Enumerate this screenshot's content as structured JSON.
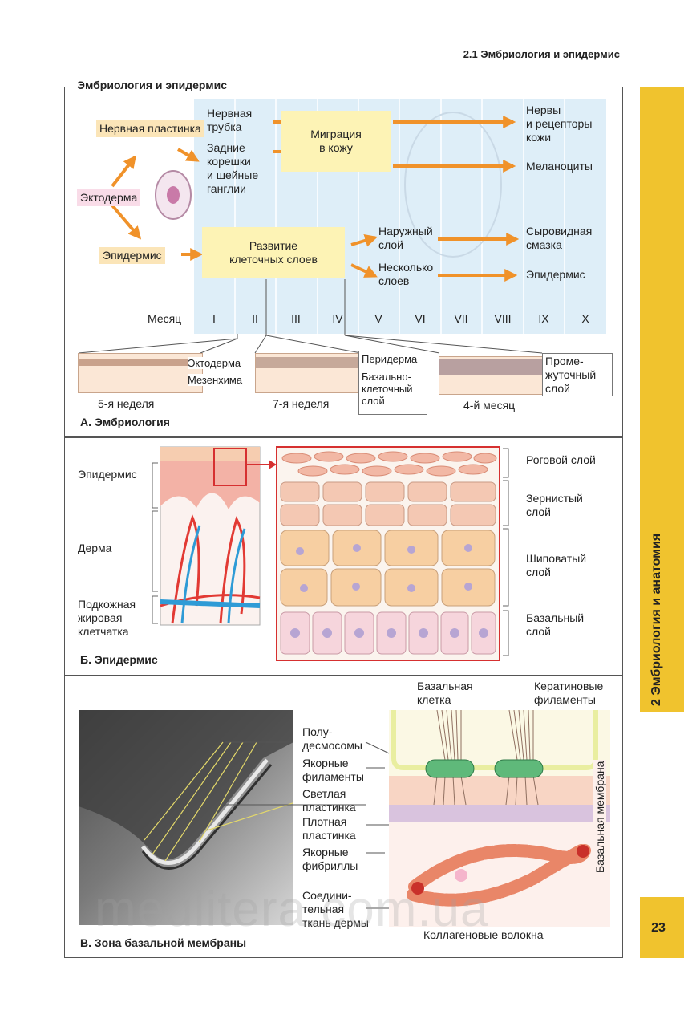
{
  "header": {
    "title": "2.1 Эмбриология и эпидермис"
  },
  "side_tab": {
    "text": "2   Эмбриология и анатомия"
  },
  "page_number": "23",
  "watermark": "medlitera.com.ua",
  "section_a": {
    "frame_title": "Эмбриология и эпидермис",
    "caption": "А. Эмбриология",
    "nodes": {
      "neural_plate": "Нервная\nпластинка",
      "ectoderm": "Эктодерма",
      "epidermis": "Эпидермис",
      "neural_tube": "Нервная\nтрубка",
      "dorsal_roots": "Задние\nкорешки\nи шейные\nганглии",
      "migration": "Миграция\nв кожу",
      "nerves": "Нервы\nи рецепторы\nкожи",
      "melanocytes": "Меланоциты",
      "development": "Развитие\nклеточных слоев",
      "outer_layer": "Наружный\nслой",
      "several_layers": "Несколько\nслоев",
      "vernix": "Сыровидная\nсмазка",
      "epidermis_out": "Эпидермис"
    },
    "month_label": "Месяц",
    "months": [
      "I",
      "II",
      "III",
      "IV",
      "V",
      "VI",
      "VII",
      "VIII",
      "IX",
      "X"
    ],
    "stages": {
      "week5": "5-я неделя",
      "week7": "7-я неделя",
      "month4": "4-й месяц",
      "ectoderm": "Эктодерма",
      "mesenchyme": "Мезенхима",
      "periderm": "Перидерма",
      "basal_cell_layer": "Базально-\nклеточный\nслой",
      "intermediate": "Проме-\nжуточный\nслой"
    }
  },
  "section_b": {
    "caption": "Б. Эпидермис",
    "left_labels": {
      "epidermis": "Эпидермис",
      "dermis": "Дерма",
      "subcutis": "Подкожная\nжировая\nклетчатка"
    },
    "right_labels": {
      "corneum": "Роговой слой",
      "granular": "Зернистый\nслой",
      "spinous": "Шиповатый\nслой",
      "basal": "Базальный\nслой"
    }
  },
  "section_c": {
    "caption": "В. Зона базальной мембраны",
    "labels": {
      "hemidesmosomes": "Полу-\nдесмосомы",
      "anchoring_filaments": "Якорные\nфиламенты",
      "lamina_lucida": "Светлая\nпластинка",
      "lamina_densa": "Плотная\nпластинка",
      "anchoring_fibrils": "Якорные\nфибриллы",
      "connective": "Соедини-\nтельная\nткань дермы",
      "basal_cell": "Базальная\nклетка",
      "keratin": "Кератиновые\nфиламенты",
      "basement_membrane": "Базальная мембрана",
      "collagen": "Коллагеновые волокна"
    }
  }
}
